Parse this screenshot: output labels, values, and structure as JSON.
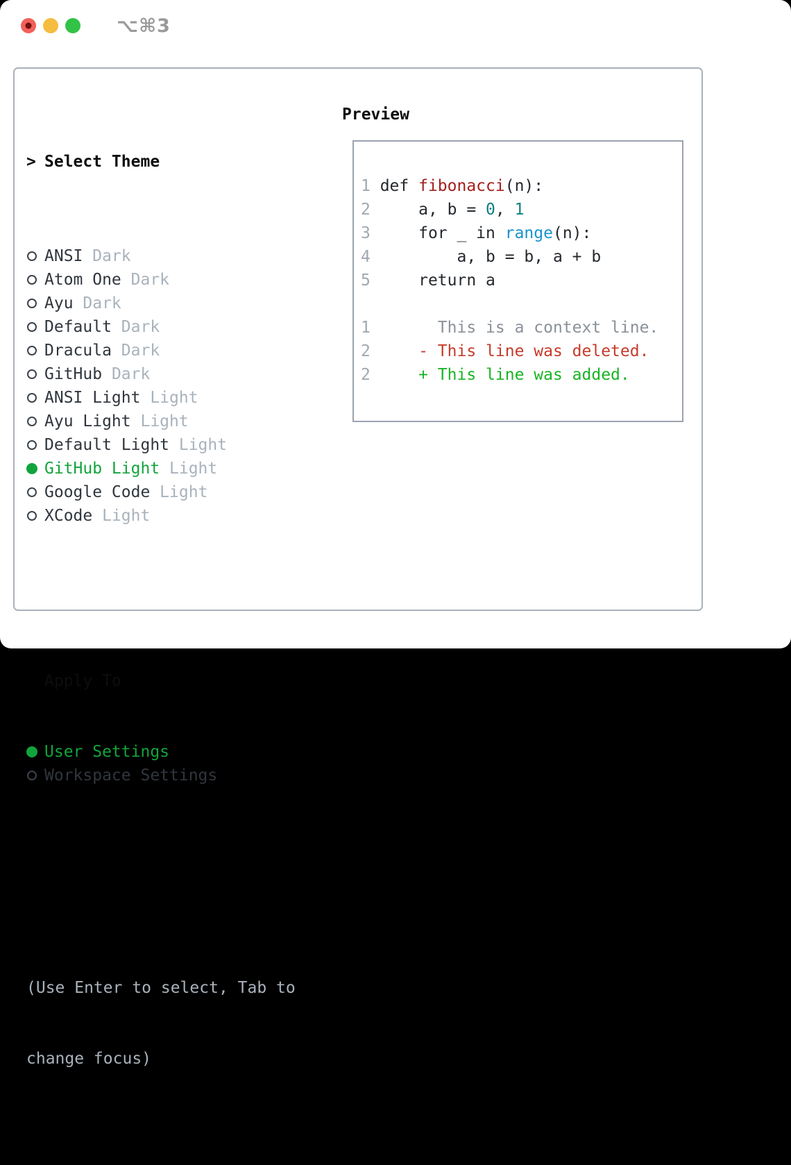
{
  "titlebar": {
    "shortcut": "⌥⌘3",
    "traffic_lights": [
      {
        "name": "close-button",
        "color": "#f1605a",
        "dot": "#700f0f"
      },
      {
        "name": "minimize-button",
        "color": "#f5bd40"
      },
      {
        "name": "zoom-button",
        "color": "#33c248"
      }
    ]
  },
  "theme_picker": {
    "header_marker": ">",
    "header": "Select Theme",
    "items": [
      {
        "label": "ANSI",
        "tag": "Dark",
        "selected": false
      },
      {
        "label": "Atom One",
        "tag": "Dark",
        "selected": false
      },
      {
        "label": "Ayu",
        "tag": "Dark",
        "selected": false
      },
      {
        "label": "Default",
        "tag": "Dark",
        "selected": false
      },
      {
        "label": "Dracula",
        "tag": "Dark",
        "selected": false
      },
      {
        "label": "GitHub",
        "tag": "Dark",
        "selected": false
      },
      {
        "label": "ANSI Light",
        "tag": "Light",
        "selected": false
      },
      {
        "label": "Ayu Light",
        "tag": "Light",
        "selected": false
      },
      {
        "label": "Default Light",
        "tag": "Light",
        "selected": false
      },
      {
        "label": "GitHub Light",
        "tag": "Light",
        "selected": true
      },
      {
        "label": "Google Code",
        "tag": "Light",
        "selected": false
      },
      {
        "label": "XCode",
        "tag": "Light",
        "selected": false
      }
    ]
  },
  "apply_to": {
    "header": "Apply To",
    "options": [
      {
        "label": "User Settings",
        "selected": true
      },
      {
        "label": "Workspace Settings",
        "selected": false
      }
    ]
  },
  "hint": [
    "(Use Enter to select, Tab to",
    "change focus)"
  ],
  "preview": {
    "header": "Preview",
    "code_lines": [
      [
        [
          "1 ",
          "num"
        ],
        [
          "def ",
          "code"
        ],
        [
          "fibonacci",
          "fn"
        ],
        [
          "(n):",
          "code"
        ]
      ],
      [
        [
          "2 ",
          "num"
        ],
        [
          "    a, b = ",
          "code"
        ],
        [
          "0",
          "lit"
        ],
        [
          ", ",
          "code"
        ],
        [
          "1",
          "lit"
        ]
      ],
      [
        [
          "3 ",
          "num"
        ],
        [
          "    for _ in ",
          "code"
        ],
        [
          "range",
          "call"
        ],
        [
          "(n):",
          "code"
        ]
      ],
      [
        [
          "4 ",
          "num"
        ],
        [
          "        a, b = b, a + b",
          "code"
        ]
      ],
      [
        [
          "5 ",
          "num"
        ],
        [
          "    return a",
          "code"
        ]
      ],
      [],
      [
        [
          "1 ",
          "num"
        ],
        [
          "      This is a context line.",
          "ctx"
        ]
      ],
      [
        [
          "2 ",
          "num"
        ],
        [
          "    - This line was deleted.",
          "del"
        ]
      ],
      [
        [
          "2 ",
          "num"
        ],
        [
          "    + This line was added.",
          "add"
        ]
      ]
    ]
  },
  "colors": {
    "selected_green": "#12a43c",
    "added_green": "#19b425",
    "deleted_red": "#c53b2b",
    "function_red": "#a3201d",
    "number_teal": "#0e7f80",
    "builtin_blue": "#1b93cc",
    "muted_gray": "#a9b2bc",
    "panel_border": "#a9b1bb"
  }
}
